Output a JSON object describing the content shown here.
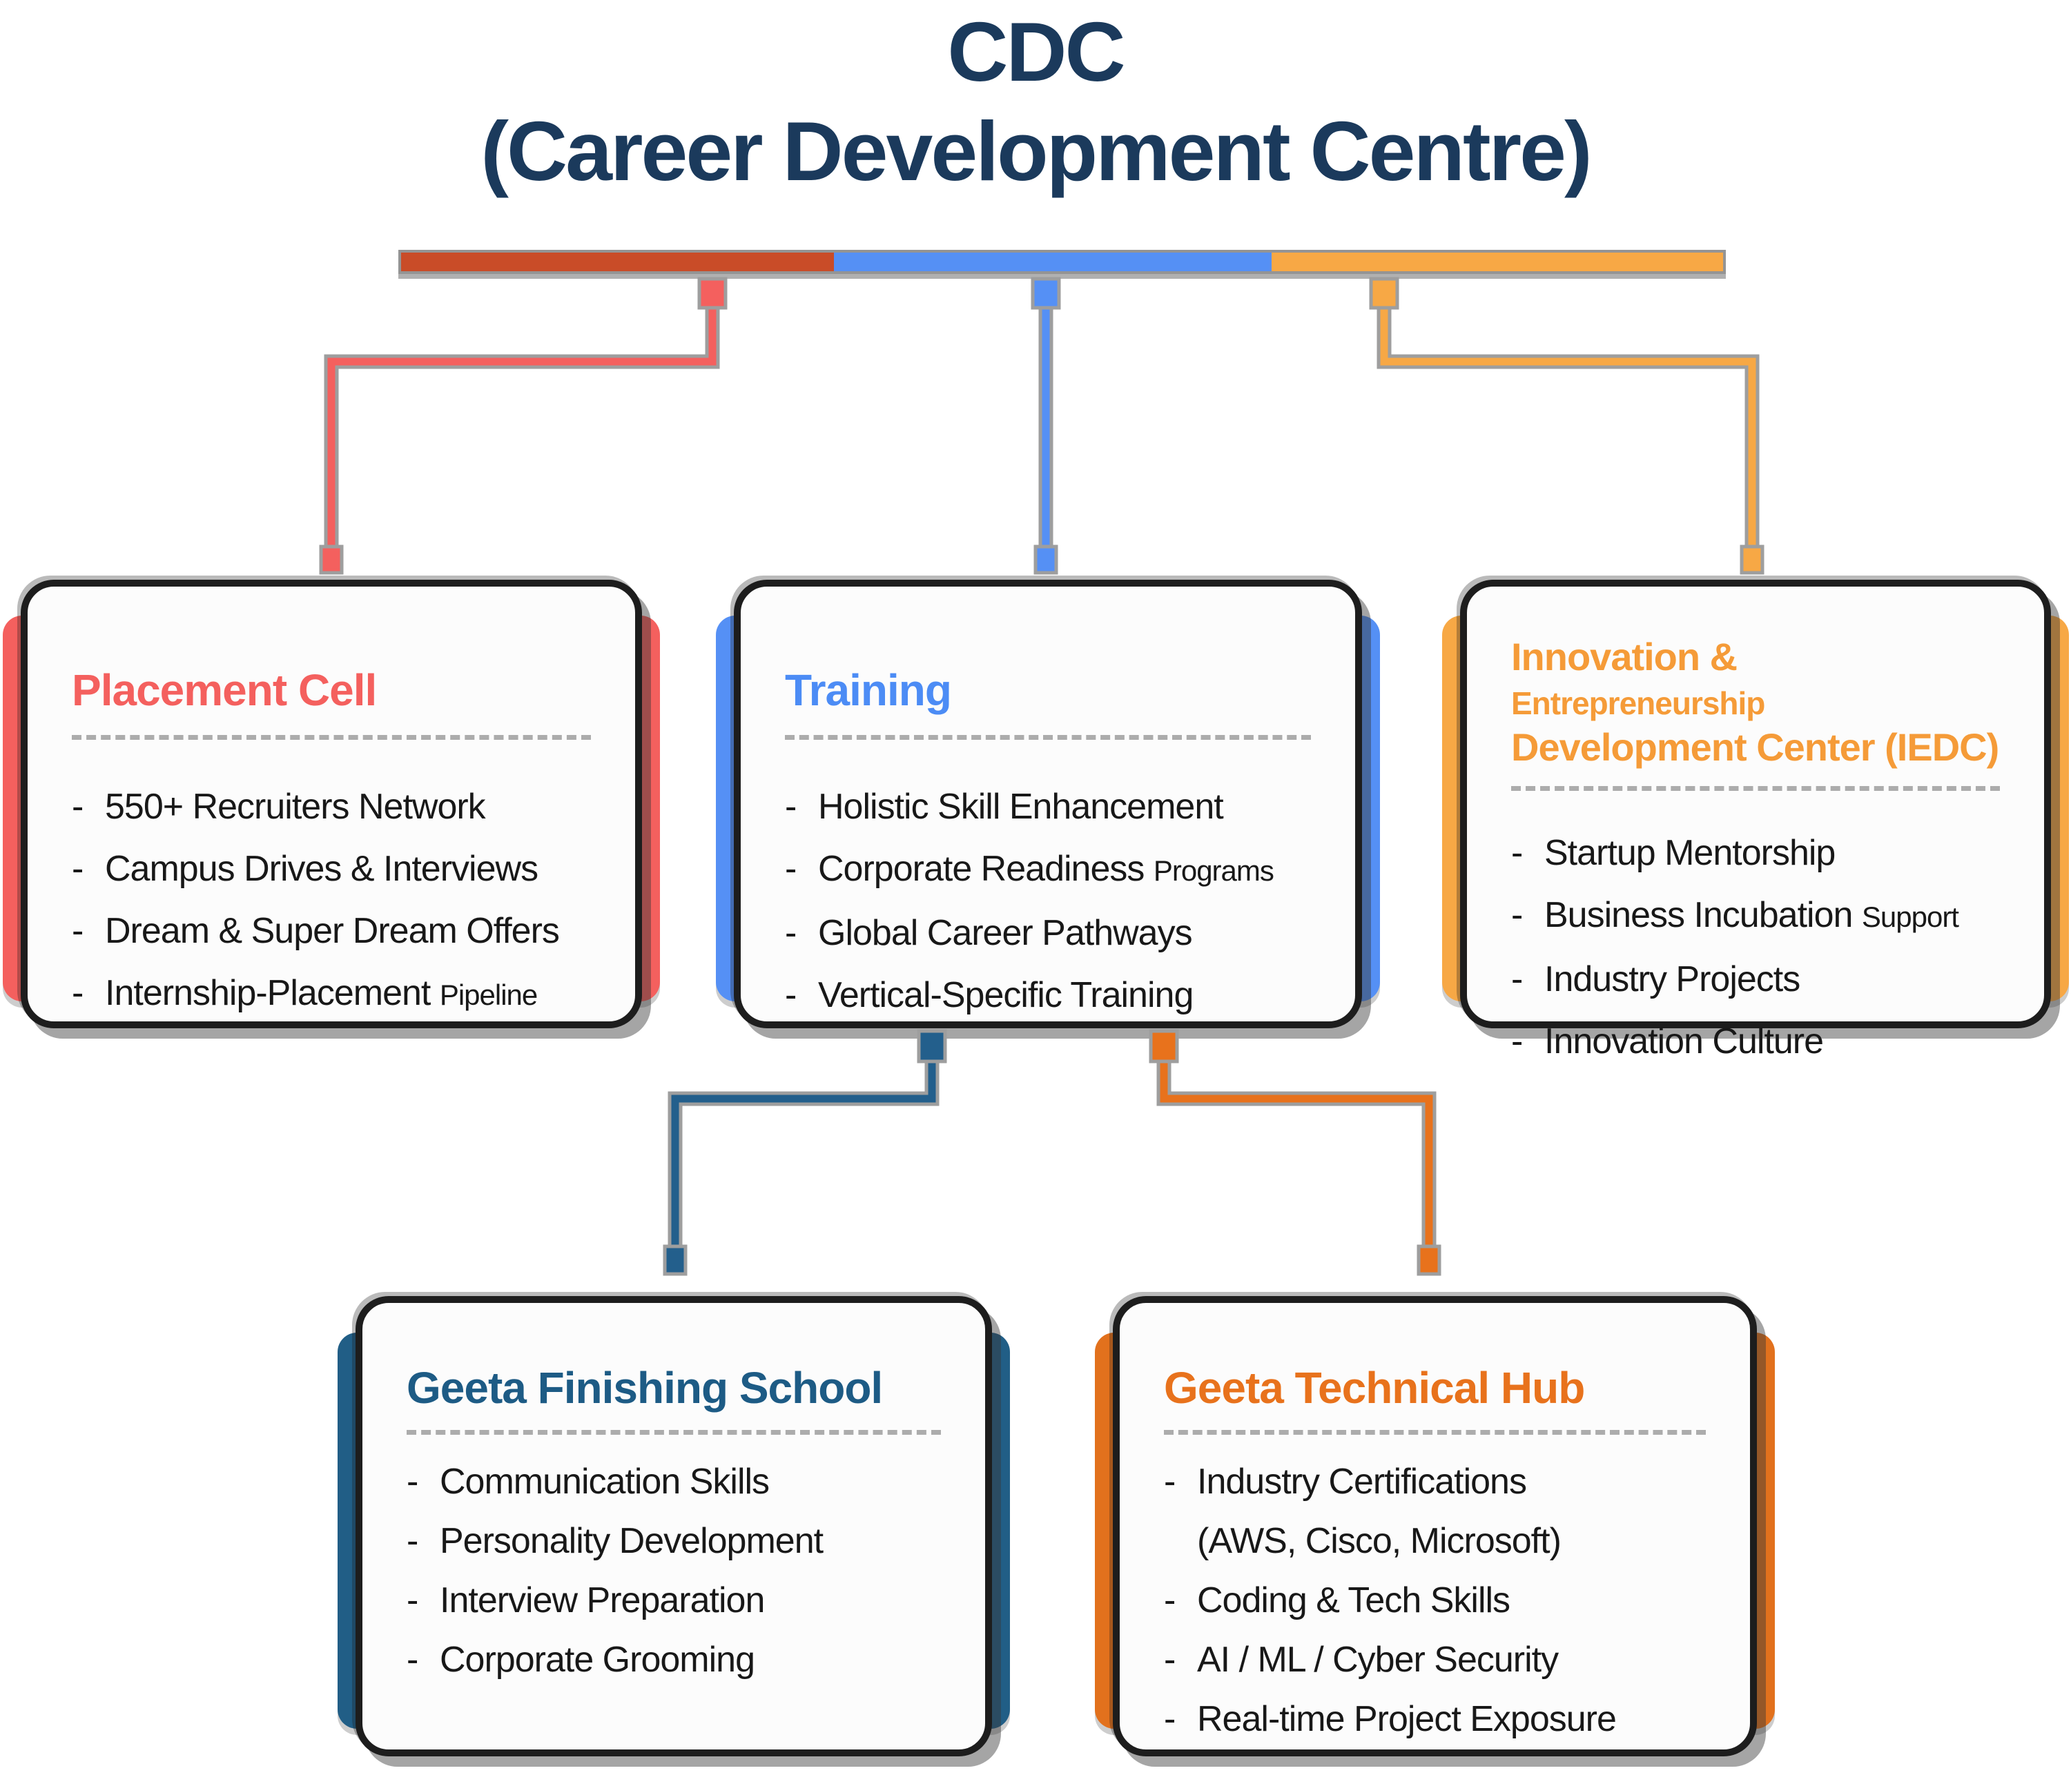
{
  "header": {
    "title_line1": "CDC",
    "title_line2": "(Career Development Centre)",
    "title_color": "#1B3A5C"
  },
  "legend_bar": {
    "segments": [
      {
        "name": "placement-segment",
        "color": "#C94C28"
      },
      {
        "name": "training-segment",
        "color": "#5590F5"
      },
      {
        "name": "iedc-segment",
        "color": "#F7A845"
      }
    ]
  },
  "list_dash": "-",
  "connectors": {
    "casing_color": "#9E9E9E",
    "placement_color": "#F4605E",
    "training_color": "#5590F5",
    "iedc_color": "#F7A845",
    "finishing_color": "#235F8C",
    "technical_color": "#E8721C"
  },
  "boxes": {
    "placement": {
      "title": "Placement Cell",
      "accent": "#F4605E",
      "items": [
        {
          "text": "550+ Recruiters Network"
        },
        {
          "text": "Campus Drives & Interviews"
        },
        {
          "text": "Dream & Super Dream Offers"
        },
        {
          "text": "Internship-Placement",
          "small": "Pipeline"
        }
      ]
    },
    "training": {
      "title": "Training",
      "accent": "#4C8CF5",
      "items": [
        {
          "text": "Holistic Skill Enhancement"
        },
        {
          "text": "Corporate Readiness",
          "small": "Programs"
        },
        {
          "text": "Global Career Pathways"
        },
        {
          "text": "Vertical-Specific Training"
        }
      ]
    },
    "iedc": {
      "title_part1": "Innovation & ",
      "title_part2": "Entrepreneurship",
      "title_line2": "Development Center (IEDC)",
      "accent": "#F59B38",
      "items": [
        {
          "text": "Startup Mentorship"
        },
        {
          "text": "Business Incubation",
          "small": "Support"
        },
        {
          "text": "Industry Projects"
        },
        {
          "text": "Innovation Culture"
        }
      ]
    },
    "finishing": {
      "title": "Geeta Finishing School",
      "accent": "#1D5B85",
      "items": [
        {
          "text": "Communication Skills"
        },
        {
          "text": "Personality Development"
        },
        {
          "text": "Interview Preparation"
        },
        {
          "text": "Corporate Grooming"
        }
      ]
    },
    "technical": {
      "title": "Geeta Technical Hub",
      "accent": "#E8721C",
      "items": [
        {
          "text": "Industry Certifications"
        },
        {
          "text": "(AWS, Cisco, Microsoft)"
        },
        {
          "text": "Coding & Tech Skills"
        },
        {
          "text": "AI / ML / Cyber Security"
        },
        {
          "text": "Real-time Project Exposure"
        }
      ]
    }
  }
}
